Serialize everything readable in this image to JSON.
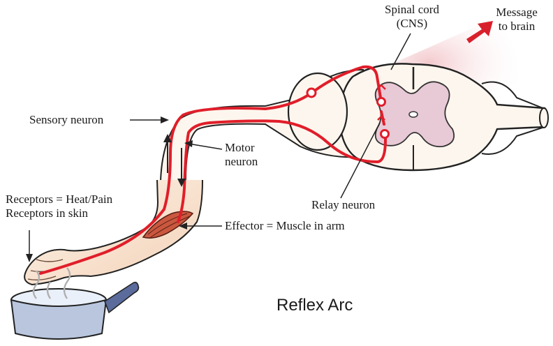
{
  "diagram": {
    "title": "Reflex Arc",
    "labels": {
      "spinal_cord_line1": "Spinal cord",
      "spinal_cord_line2": "(CNS)",
      "message_line1": "Message",
      "message_line2": "to brain",
      "sensory_neuron": "Sensory neuron",
      "motor_neuron_line1": "Motor",
      "motor_neuron_line2": "neuron",
      "relay_neuron": "Relay neuron",
      "receptors_line1": "Receptors = Heat/Pain",
      "receptors_line2": "Receptors in skin",
      "effector": "Effector = Muscle in arm"
    },
    "colors": {
      "neuron_path": "#e01e2a",
      "arrow_message": "#d8202c",
      "skin_fill": "#fbeee0",
      "cord_outline": "#222222",
      "grey_matter": "#e8c9d6",
      "muscle": "#c9583f",
      "pot": "#cfd8e8",
      "pot_handle": "#5a6b9c"
    }
  }
}
